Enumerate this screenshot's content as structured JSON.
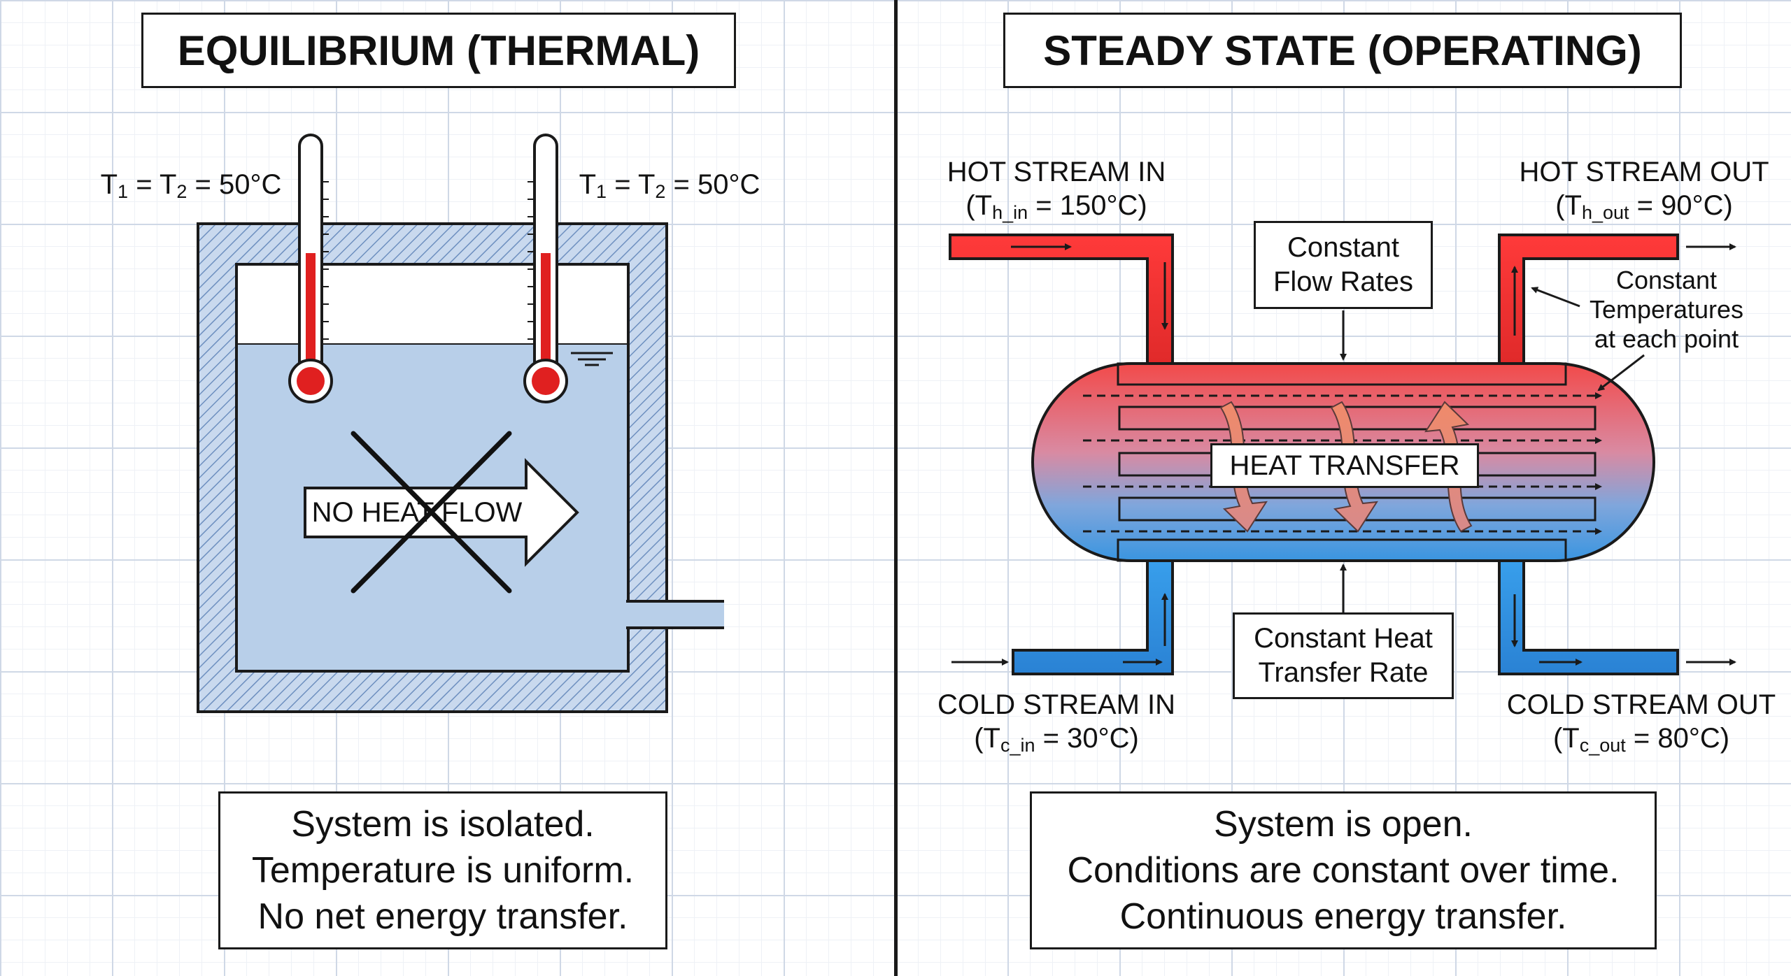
{
  "left": {
    "title": "EQUILIBRIUM (THERMAL)",
    "thermometer_labels": [
      {
        "t1": "T",
        "s1": "1",
        "mid": " = T",
        "s2": "2",
        "end": " = 50°C"
      },
      {
        "t1": "T",
        "s1": "1",
        "mid": " = T",
        "s2": "2",
        "end": " = 50°C"
      }
    ],
    "arrow_label": "NO HEAT FLOW",
    "summary": [
      "System is isolated.",
      "Temperature is uniform.",
      "No net energy transfer."
    ]
  },
  "right": {
    "title": "STEADY STATE (OPERATING)",
    "hot_in": {
      "line1": "HOT STREAM IN",
      "pre": "(T",
      "sub": "h_in",
      "post": " = 150°C)"
    },
    "hot_out": {
      "line1": "HOT STREAM OUT",
      "pre": "(T",
      "sub": "h_out",
      "post": " = 90°C)"
    },
    "cold_in": {
      "line1": "COLD STREAM IN",
      "pre": "(T",
      "sub": "c_in",
      "post": " = 30°C)"
    },
    "cold_out": {
      "line1": "COLD STREAM OUT",
      "pre": "(T",
      "sub": "c_out",
      "post": " = 80°C)"
    },
    "flow_rates": [
      "Constant",
      "Flow Rates"
    ],
    "temperatures": [
      "Constant",
      "Temperatures",
      "at each point"
    ],
    "heat_transfer": "HEAT TRANSFER",
    "heat_rate": [
      "Constant Heat",
      "Transfer Rate"
    ],
    "summary": [
      "System is open.",
      "Conditions are constant over time.",
      "Continuous energy transfer."
    ]
  },
  "colors": {
    "hot": "#e8252b",
    "cold": "#2f88d8",
    "water": "#b9cfe8",
    "insulation": "#c6d6ec",
    "mercury": "#e02020"
  }
}
